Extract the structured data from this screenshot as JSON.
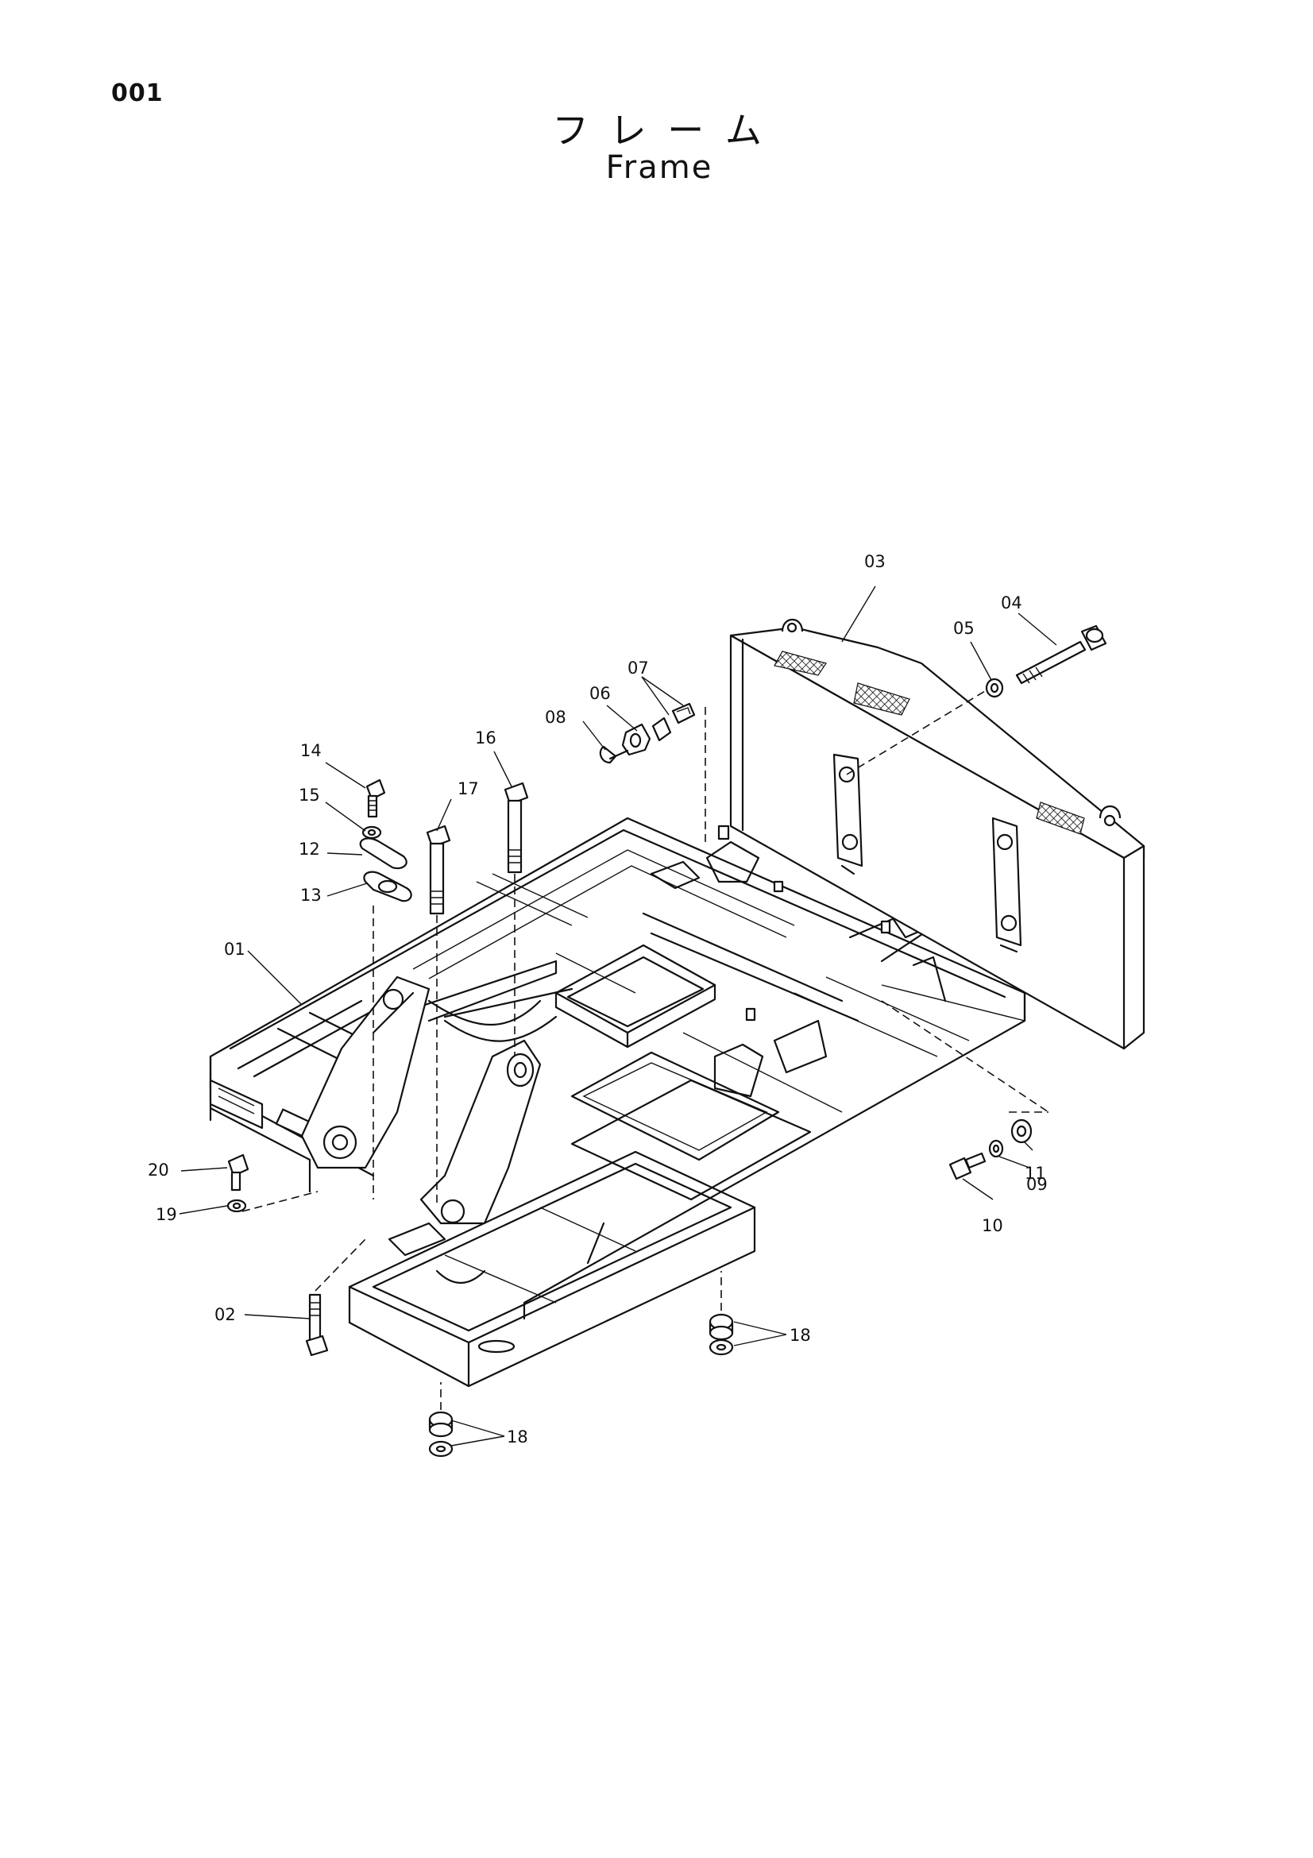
{
  "page": {
    "number": "001",
    "title_jp": "フ レ ー ム",
    "title_en": "Frame"
  },
  "callouts": [
    {
      "id": "01",
      "label": "01"
    },
    {
      "id": "02",
      "label": "02"
    },
    {
      "id": "03",
      "label": "03"
    },
    {
      "id": "04",
      "label": "04"
    },
    {
      "id": "05",
      "label": "05"
    },
    {
      "id": "06",
      "label": "06"
    },
    {
      "id": "07",
      "label": "07"
    },
    {
      "id": "08",
      "label": "08"
    },
    {
      "id": "09",
      "label": "09"
    },
    {
      "id": "10",
      "label": "10"
    },
    {
      "id": "11",
      "label": "11"
    },
    {
      "id": "12",
      "label": "12"
    },
    {
      "id": "13",
      "label": "13"
    },
    {
      "id": "14",
      "label": "14"
    },
    {
      "id": "15",
      "label": "15"
    },
    {
      "id": "16",
      "label": "16"
    },
    {
      "id": "17",
      "label": "17"
    },
    {
      "id": "18a",
      "label": "18"
    },
    {
      "id": "18b",
      "label": "18"
    },
    {
      "id": "19",
      "label": "19"
    },
    {
      "id": "20",
      "label": "20"
    }
  ]
}
